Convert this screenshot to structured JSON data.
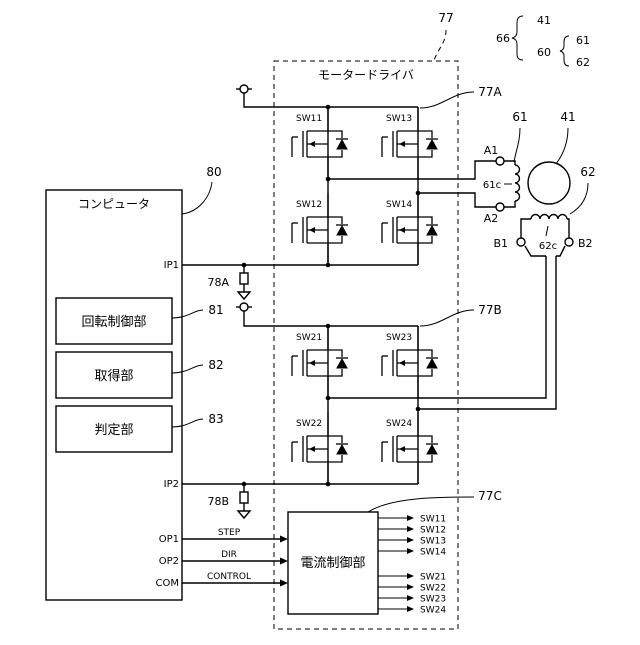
{
  "ref_labels": {
    "driver": "77",
    "computer": "80",
    "rotation_block": "81",
    "acquisition_block": "82",
    "judgement_block": "83",
    "bridge_a": "77A",
    "bridge_b": "77B",
    "current_ctrl": "77C",
    "ref_a": "78A",
    "ref_b": "78B",
    "coil_a_ref": "61",
    "coil_b_ref": "62",
    "rotor_ref": "41"
  },
  "legend": {
    "motor": "66",
    "rotor": "41",
    "stator": "60",
    "coil_a": "61",
    "coil_b": "62"
  },
  "driver_title": "モータードライバ",
  "computer_title": "コンピュータ",
  "blocks": {
    "rotation": "回転制御部",
    "acquisition": "取得部",
    "judgement": "判定部",
    "current": "電流制御部"
  },
  "ports": {
    "ip1": "IP1",
    "ip2": "IP2",
    "op1": "OP1",
    "op2": "OP2",
    "com": "COM"
  },
  "signals": {
    "step": "STEP",
    "dir": "DIR",
    "control": "CONTROL"
  },
  "switches": {
    "sw11": "SW11",
    "sw12": "SW12",
    "sw13": "SW13",
    "sw14": "SW14",
    "sw21": "SW21",
    "sw22": "SW22",
    "sw23": "SW23",
    "sw24": "SW24"
  },
  "outputs": [
    "SW11",
    "SW12",
    "SW13",
    "SW14",
    "SW21",
    "SW22",
    "SW23",
    "SW24"
  ],
  "terminals": {
    "a1": "A1",
    "a2": "A2",
    "b1": "B1",
    "b2": "B2",
    "coil_a": "61c",
    "coil_b": "62c"
  }
}
